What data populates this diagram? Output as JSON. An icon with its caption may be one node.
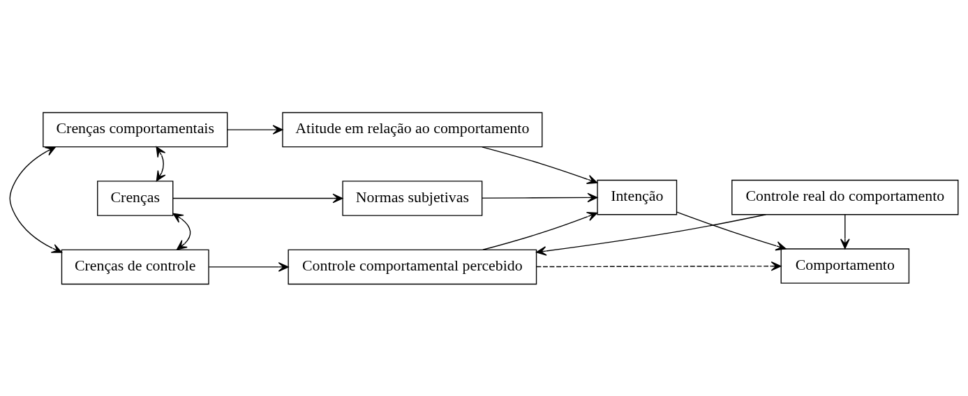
{
  "diagram": {
    "nodes": [
      {
        "text": [
          "Crenças comportamentais"
        ]
      },
      {
        "text": [
          "Atitude em relação ao comportamento"
        ]
      },
      {
        "text": [
          "Crenças"
        ]
      },
      {
        "text": [
          "Normas subjetivas"
        ]
      },
      {
        "text": [
          "Intenção"
        ]
      },
      {
        "text": [
          "Comportamento"
        ]
      },
      {
        "text": [
          "Crenças de controle"
        ]
      },
      {
        "text": [
          "Controle comportamental percebido"
        ]
      },
      {
        "text": [
          "Controle real do comportamento"
        ]
      }
    ],
    "edges": [
      {
        "from": 0,
        "to": 1,
        "arrow": "to"
      },
      {
        "from": 1,
        "to": 4,
        "arrow": "to"
      },
      {
        "from": 0,
        "to": 2,
        "arrow": "both"
      },
      {
        "from": 2,
        "to": 3,
        "arrow": "to"
      },
      {
        "from": 3,
        "to": 4,
        "arrow": "to"
      },
      {
        "from": 4,
        "to": 5,
        "arrow": "to"
      },
      {
        "from": 2,
        "to": 6,
        "arrow": "both"
      },
      {
        "from": 0,
        "to": 6,
        "arrow": "both"
      },
      {
        "from": 6,
        "to": 7,
        "arrow": "to"
      },
      {
        "from": 7,
        "to": 4,
        "arrow": "to"
      },
      {
        "from": 7,
        "to": 5,
        "arrow": "to",
        "style": "dashed"
      },
      {
        "from": 8,
        "to": 5,
        "arrow": "to"
      },
      {
        "from": 8,
        "to": 7,
        "arrow": "to"
      }
    ]
  }
}
